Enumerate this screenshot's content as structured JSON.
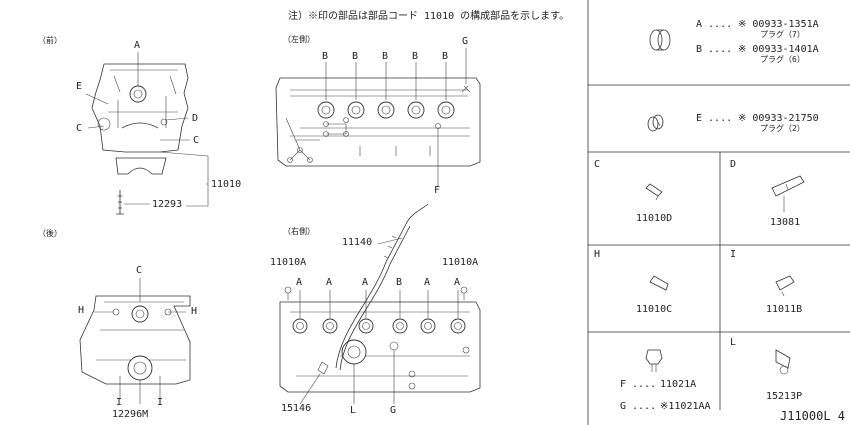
{
  "note": "注）※印の部品は部品コード 11010 の構成部品を示します。",
  "views": {
    "front": "（前）",
    "rear": "（後）",
    "left": "（左側）",
    "right": "（右側）"
  },
  "callouts": {
    "front": {
      "a": "A",
      "e": "E",
      "d": "D",
      "c1": "C",
      "c2": "C",
      "p11010": "11010",
      "p12293": "12293"
    },
    "rear": {
      "c": "C",
      "h1": "H",
      "h2": "H",
      "i1": "I",
      "i2": "I",
      "p12296m": "12296M"
    },
    "left": {
      "b": [
        "B",
        "B",
        "B",
        "B",
        "B"
      ],
      "g": "G",
      "f": "F"
    },
    "right": {
      "p11140": "11140",
      "p11010a_l": "11010A",
      "p11010a_r": "11010A",
      "tops": [
        "A",
        "A",
        "A",
        "B",
        "A",
        "A"
      ],
      "p15146": "15146",
      "l": "L",
      "g": "G"
    }
  },
  "legend": {
    "row1": [
      {
        "letter": "A ....",
        "part": "※ 00933-1351A",
        "desc": "プラグ（7）"
      },
      {
        "letter": "B ....",
        "part": "※ 00933-1401A",
        "desc": "プラグ（6）"
      }
    ],
    "row2": {
      "letter": "E ....",
      "part": "※ 00933-21750",
      "desc": "プラグ（2）"
    },
    "cells": [
      {
        "key": "C",
        "part": "11010D"
      },
      {
        "key": "D",
        "part": "13081"
      },
      {
        "key": "H",
        "part": "11010C"
      },
      {
        "key": "I",
        "part": "11011B"
      },
      {
        "key": "L",
        "part": "15213P"
      }
    ],
    "fg": [
      {
        "letter": "F ....",
        "part": "11021A"
      },
      {
        "letter": "G ....",
        "part": "※11021AA"
      }
    ]
  },
  "diagram_id": "J11000L 4"
}
